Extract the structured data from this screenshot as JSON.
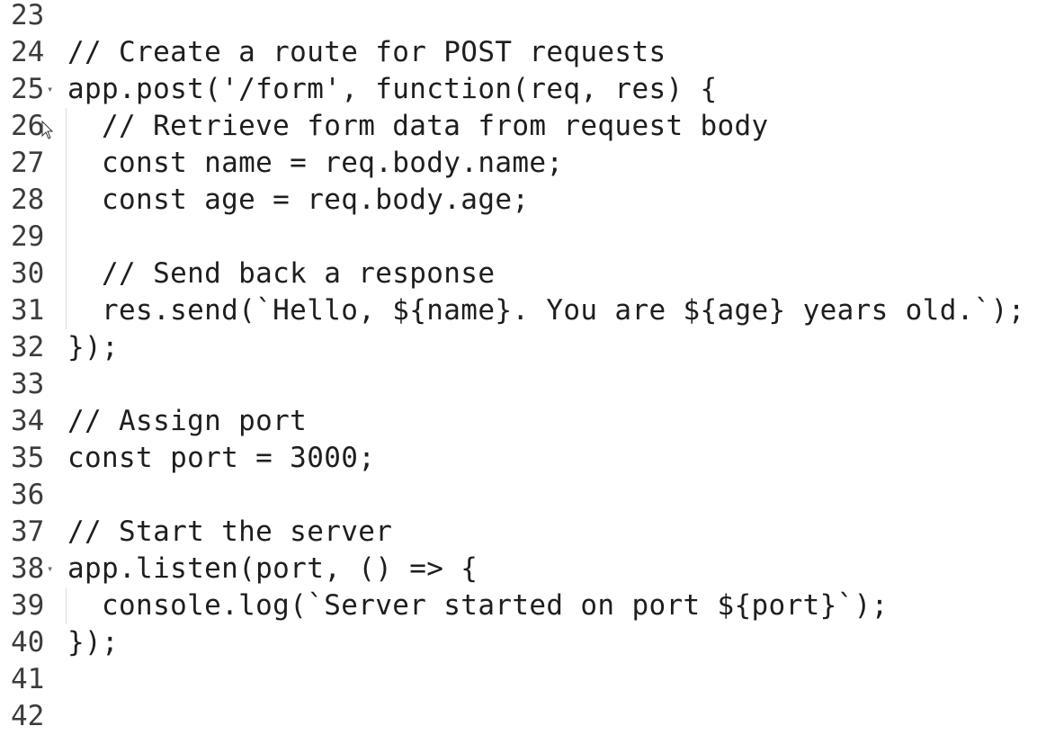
{
  "editor": {
    "lines": [
      {
        "num": "23",
        "code": "",
        "fold": ""
      },
      {
        "num": "24",
        "code": "// Create a route for POST requests",
        "fold": ""
      },
      {
        "num": "25",
        "code": "app.post('/form', function(req, res) {",
        "fold": "▾"
      },
      {
        "num": "26",
        "code": "  // Retrieve form data from request body",
        "fold": ""
      },
      {
        "num": "27",
        "code": "  const name = req.body.name;",
        "fold": ""
      },
      {
        "num": "28",
        "code": "  const age = req.body.age;",
        "fold": ""
      },
      {
        "num": "29",
        "code": "",
        "fold": ""
      },
      {
        "num": "30",
        "code": "  // Send back a response",
        "fold": ""
      },
      {
        "num": "31",
        "code": "  res.send(`Hello, ${name}. You are ${age} years old.`);",
        "fold": ""
      },
      {
        "num": "32",
        "code": "});",
        "fold": ""
      },
      {
        "num": "33",
        "code": "",
        "fold": ""
      },
      {
        "num": "34",
        "code": "// Assign port",
        "fold": ""
      },
      {
        "num": "35",
        "code": "const port = 3000;",
        "fold": ""
      },
      {
        "num": "36",
        "code": "",
        "fold": ""
      },
      {
        "num": "37",
        "code": "// Start the server",
        "fold": ""
      },
      {
        "num": "38",
        "code": "app.listen(port, () => {",
        "fold": "▾"
      },
      {
        "num": "39",
        "code": "  console.log(`Server started on port ${port}`);",
        "fold": ""
      },
      {
        "num": "40",
        "code": "});",
        "fold": ""
      },
      {
        "num": "41",
        "code": "",
        "fold": ""
      },
      {
        "num": "42",
        "code": "",
        "fold": ""
      }
    ]
  }
}
